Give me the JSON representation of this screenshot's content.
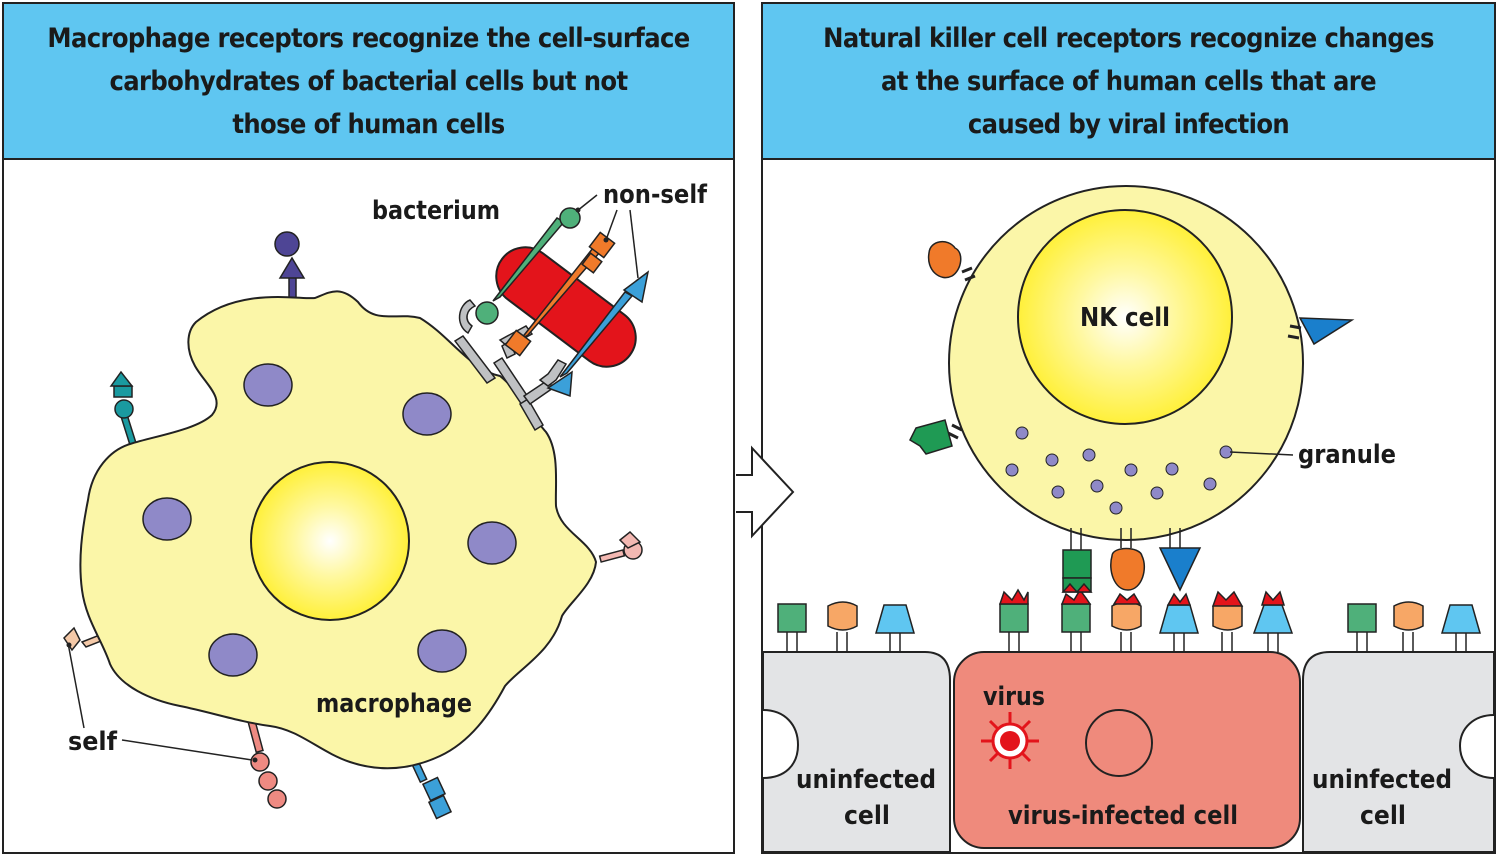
{
  "left_panel": {
    "title_lines": [
      "Macrophage receptors recognize the cell-surface",
      "carbohydrates of bacterial cells but not",
      "those of human cells"
    ],
    "labels": {
      "bacterium": "bacterium",
      "non_self": "non-self",
      "macrophage": "macrophage",
      "self": "self"
    }
  },
  "right_panel": {
    "title_lines": [
      "Natural killer cell receptors recognize changes",
      "at the surface of human cells that are",
      "caused by viral infection"
    ],
    "labels": {
      "nk_cell": "NK cell",
      "granule": "granule",
      "virus": "virus",
      "uninfected_left_1": "uninfected",
      "uninfected_left_2": "cell",
      "infected": "virus-infected cell",
      "uninfected_right_1": "uninfected",
      "uninfected_right_2": "cell"
    }
  },
  "colors": {
    "header": "#5fc6f1",
    "cell_yellow": "#fbf6a8",
    "nucleus_yellow": "#fff35a",
    "granule": "#8f89c8",
    "bacterium_red": "#e3141b",
    "infected_cell": "#ef8a7c",
    "uninfected_cell": "#e3e4e6"
  }
}
